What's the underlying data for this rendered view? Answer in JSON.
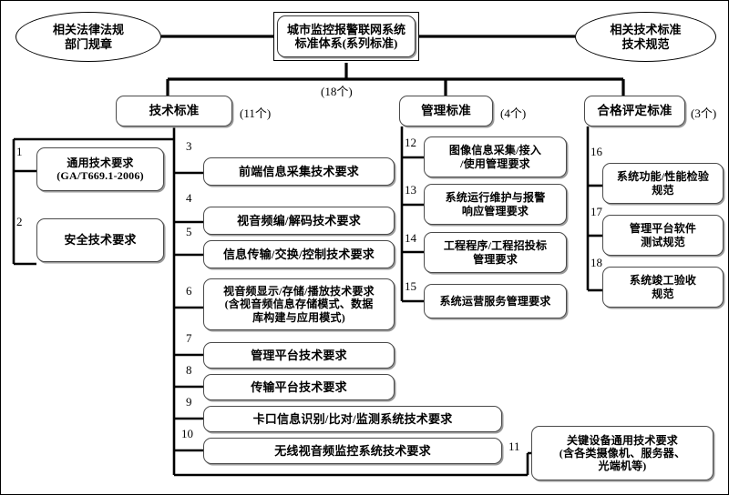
{
  "diagram": {
    "title": "城市监控报警联网系统标准体系(系列标准)",
    "root": {
      "label": "城市监控报警联网系统\n标准体系(系列标准)",
      "count_caption": "(18个)"
    },
    "side_nodes": {
      "left": "相关法律法规\n部门规章",
      "right": "相关技术标准\n技术规范"
    },
    "categories": [
      {
        "label": "技术标准",
        "count": "(11个)"
      },
      {
        "label": "管理标准",
        "count": "(4个)"
      },
      {
        "label": "合格评定标准",
        "count": "(3个)"
      }
    ],
    "tech_left_items": [
      {
        "num": "1",
        "label": "通用技术要求\n(GA/T669.1-2006)"
      },
      {
        "num": "2",
        "label": "安全技术要求"
      }
    ],
    "tech_items": [
      {
        "num": "3",
        "label": "前端信息采集技术要求"
      },
      {
        "num": "4",
        "label": "视音频编/解码技术要求"
      },
      {
        "num": "5",
        "label": "信息传输/交换/控制技术要求"
      },
      {
        "num": "6",
        "label": "视音频显示/存储/播放技术要求\n(含视音频信息存储模式、数据\n库构建与应用模式)"
      },
      {
        "num": "7",
        "label": "管理平台技术要求"
      },
      {
        "num": "8",
        "label": "传输平台技术要求"
      },
      {
        "num": "9",
        "label": "卡口信息识别/比对/监测系统技术要求"
      },
      {
        "num": "10",
        "label": "无线视音频监控系统技术要求"
      }
    ],
    "tech_extra_item": {
      "num": "11",
      "label": "关键设备通用技术要求\n(含各类摄像机、服务器、\n光端机等)"
    },
    "mgmt_items": [
      {
        "num": "12",
        "label": "图像信息采集/接入\n/使用管理要求"
      },
      {
        "num": "13",
        "label": "系统运行维护与报警\n响应管理要求"
      },
      {
        "num": "14",
        "label": "工程程序/工程招投标\n管理要求"
      },
      {
        "num": "15",
        "label": "系统运营服务管理要求"
      }
    ],
    "conformity_items": [
      {
        "num": "16",
        "label": "系统功能/性能检验\n规范"
      },
      {
        "num": "17",
        "label": "管理平台软件\n测试规范"
      },
      {
        "num": "18",
        "label": "系统竣工验收\n规范"
      }
    ],
    "colors": {
      "line": "#000000",
      "box_border": "#4a4a4a",
      "shadow": "#9a9a9a",
      "background": "#ffffff"
    }
  }
}
